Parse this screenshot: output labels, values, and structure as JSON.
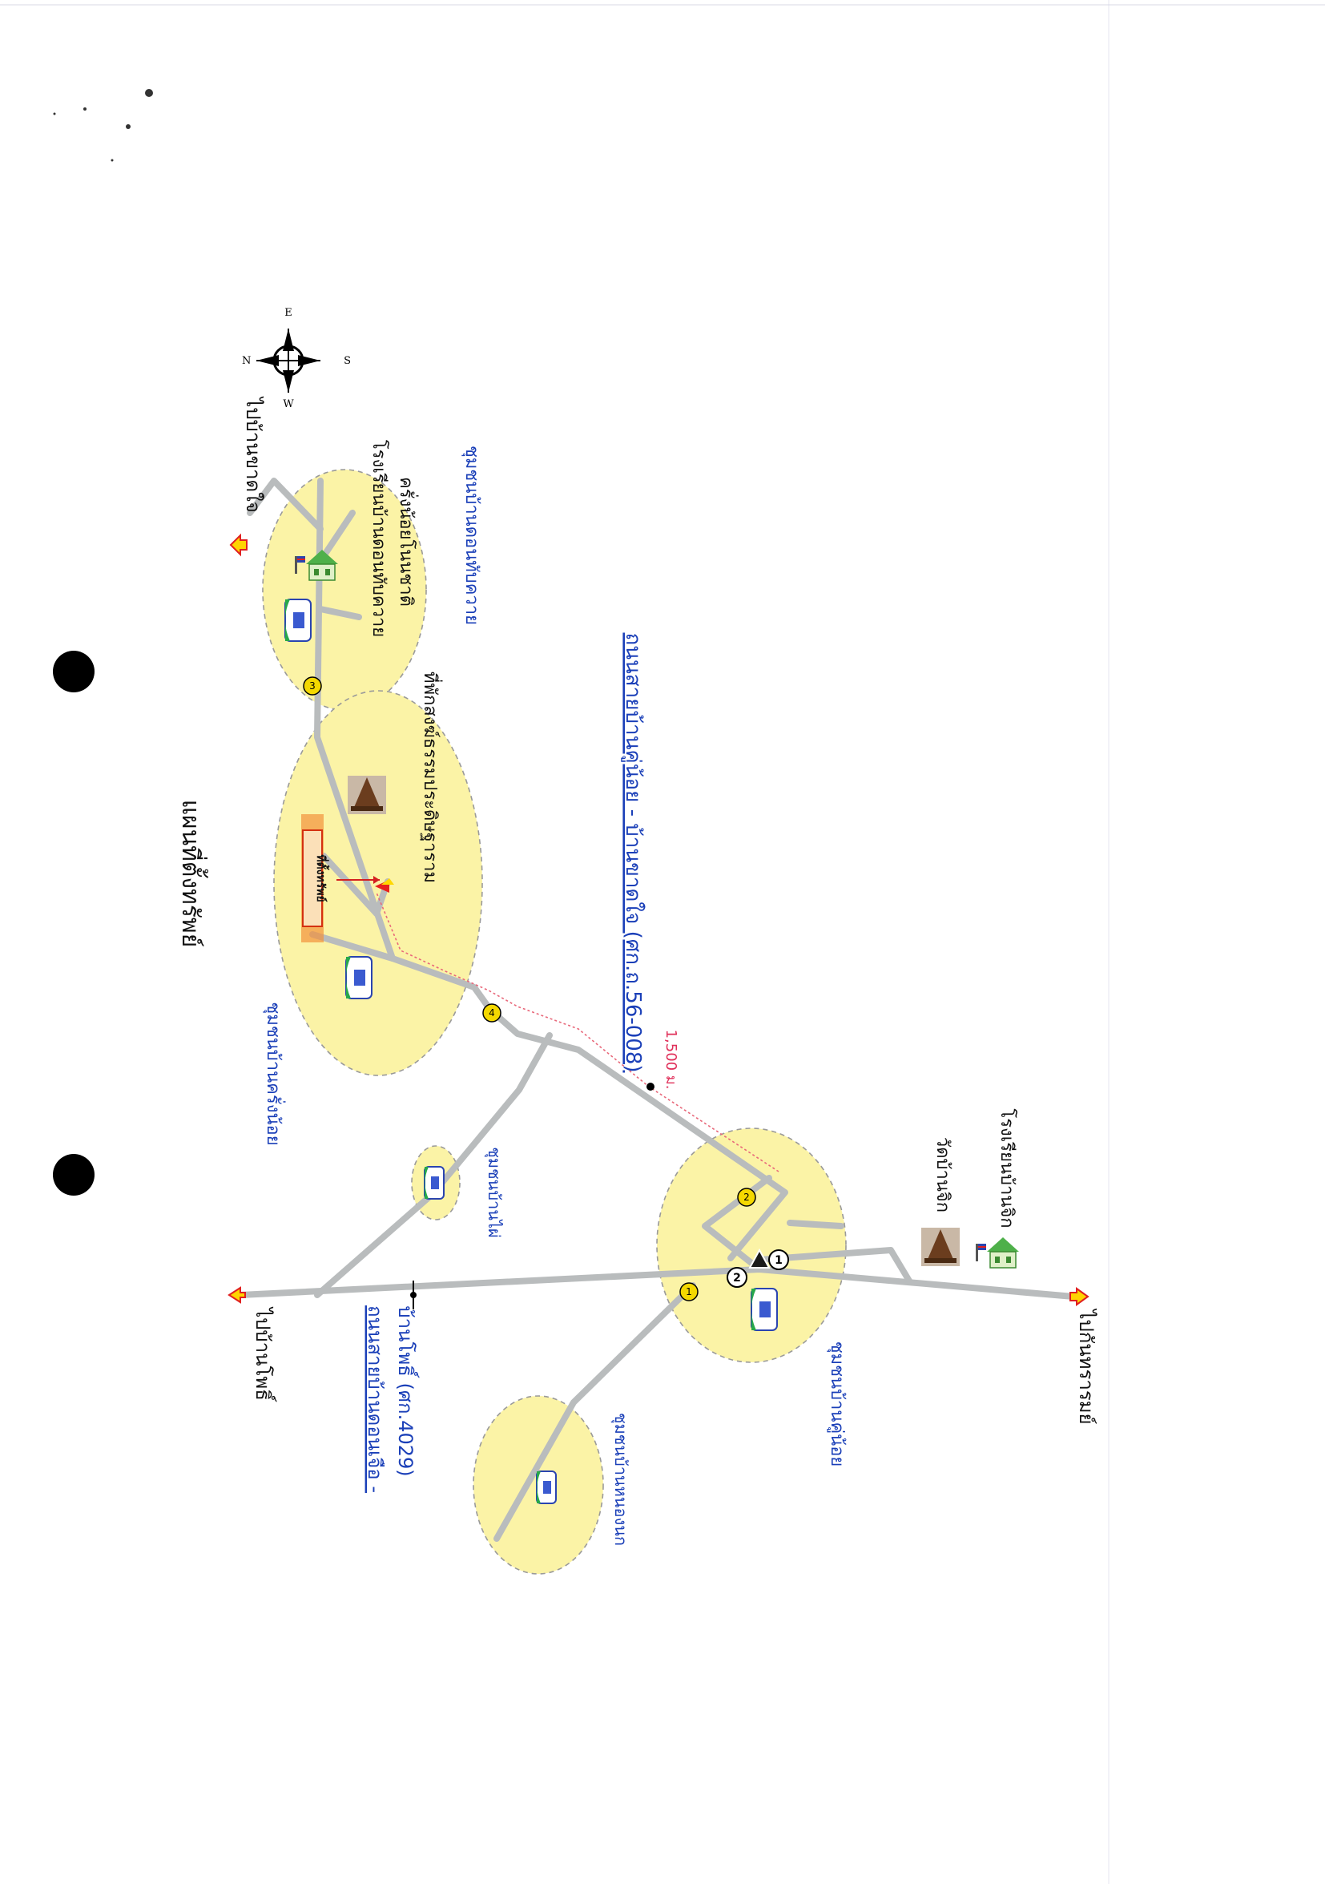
{
  "title": "แผนที่ตั้งทรัพย์",
  "compass": {
    "n": "N",
    "e": "E",
    "s": "S",
    "w": "W"
  },
  "roads": {
    "main_north_south": "ถนนสายบ้านดอนเจือ - บ้านโพธิ์ (ศก.4029)",
    "main_north_south_line1": "ถนนสายบ้านดอนเจือ -",
    "main_north_south_line2": "บ้านโพธิ์ (ศก.4029)",
    "main_east_west": "ถนนสายบ้านคู่น้อย - บ้านขาดใจ (ศก.ถ.56-008)",
    "distance": "1,500 ม."
  },
  "destinations": {
    "to_ban_pho": "ไปบ้านโพธิ์",
    "to_ban_khatjai": "ไปบ้านขาดใจ",
    "to_kanthararom": "ไปกันทรารมย์"
  },
  "communities": {
    "khrung_noi": "ชุมชนบ้านครั่งน้อย",
    "phai": "ชุมชนบ้านไผ่",
    "ku_noi": "ชุมชนบ้านคู่น้อย",
    "nong_nok": "ชุมชนบ้านหนองนก",
    "don_thap_khwai": "ชุมชนบ้านดอนทับควาย"
  },
  "landmarks": {
    "property": "ที่ตั้งทรัพย์",
    "monastery": "ที่พักสงฆ์ธรรมประดิษฐาราม",
    "wat_ban_chik": "วัดบ้านจิก",
    "school_ban_chik": "โรงเรียนบ้านจิก",
    "school_don_thap_khwai_line1": "โรงเรียนบ้านดอนทับควาย",
    "school_don_thap_khwai_line2": "ครั่งน้อยโนนชาติ"
  },
  "markers": [
    "1",
    "2",
    "3",
    "4"
  ],
  "colors": {
    "community_fill": "#fbf3a6",
    "road": "#b9bcbd",
    "text_blue": "#1a3fb8",
    "property_box": "#f2913c"
  }
}
